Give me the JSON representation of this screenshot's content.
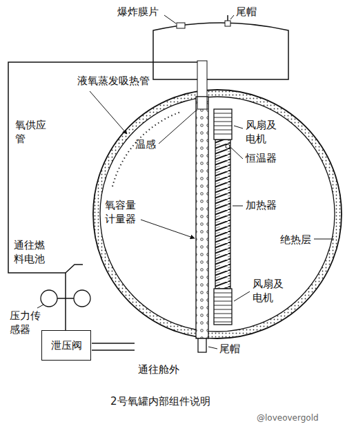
{
  "diagram": {
    "caption": "2号氧罐内部组件说明",
    "nodes": [
      {
        "text": [
          "泄压阀"
        ]
      }
    ],
    "labels": [
      "爆炸膜片",
      "尾帽",
      "液氧蒸发吸热管",
      "氧供应管",
      "温感",
      "风扇及电机",
      "恒温器",
      "加热器",
      "氧容量计量器",
      "绝热层",
      "通往燃料电池",
      "压力传感器",
      "风扇及电机",
      "尾帽",
      "通往舱外",
      "@loveovergold"
    ]
  }
}
